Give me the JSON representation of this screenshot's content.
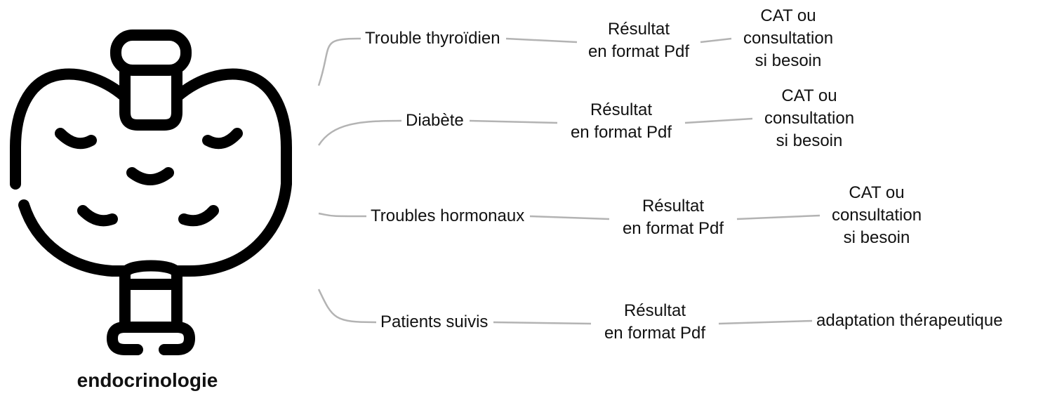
{
  "center": {
    "label": "endocrinologie",
    "icon": "thyroid-icon"
  },
  "colors": {
    "line": "#b3b3b3",
    "icon": "#000000",
    "text": "#111111"
  },
  "branches": [
    {
      "topic": "Trouble thyroïdien",
      "result": [
        "Résultat",
        "en format Pdf"
      ],
      "action": [
        "CAT ou",
        "consultation",
        "si besoin"
      ]
    },
    {
      "topic": "Diabète",
      "result": [
        "Résultat",
        "en format Pdf"
      ],
      "action": [
        "CAT ou",
        "consultation",
        "si besoin"
      ]
    },
    {
      "topic": "Troubles hormonaux",
      "result": [
        "Résultat",
        "en format Pdf"
      ],
      "action": [
        "CAT ou",
        "consultation",
        "si besoin"
      ]
    },
    {
      "topic": "Patients suivis",
      "result": [
        "Résultat",
        "en format Pdf"
      ],
      "action": [
        "adaptation thérapeutique"
      ]
    }
  ]
}
